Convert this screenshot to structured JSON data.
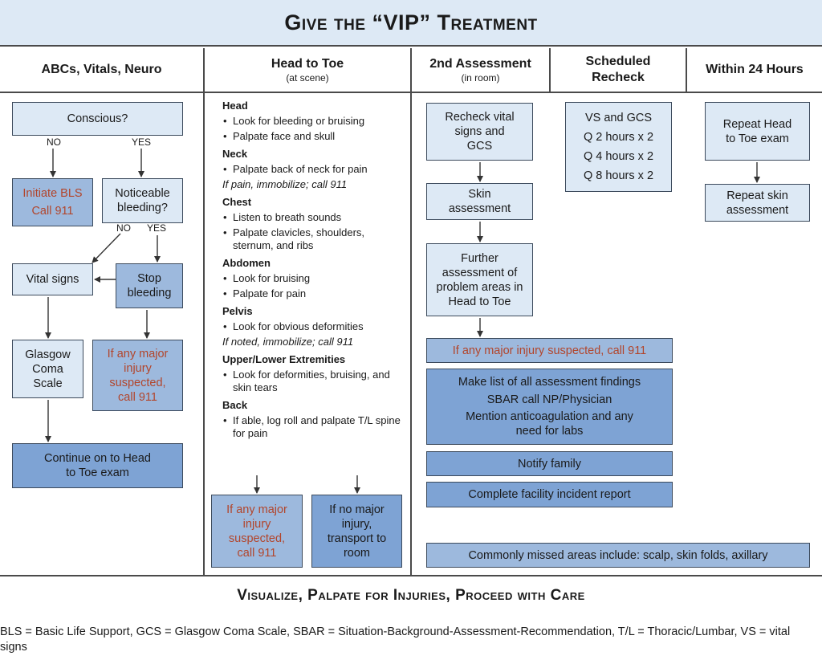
{
  "title": "Give the “VIP” Treatment",
  "columns": {
    "col1": {
      "header": "ABCs, Vitals, Neuro"
    },
    "col2": {
      "header": "Head to Toe",
      "sub": "(at scene)"
    },
    "col3": {
      "header": "2nd Assessment",
      "sub": "(in room)"
    },
    "col4": {
      "header": "Scheduled Recheck"
    },
    "col5": {
      "header": "Within 24 Hours"
    }
  },
  "col1": {
    "conscious": "Conscious?",
    "no": "NO",
    "yes": "YES",
    "initiate_bls": "Initiate BLS",
    "call911": "Call 911",
    "noticeable_bleeding": "Noticeable bleeding?",
    "no2": "NO",
    "yes2": "YES",
    "vital_signs": "Vital signs",
    "stop_bleeding": "Stop bleeding",
    "gcs": "Glasgow Coma Scale",
    "major_injury": "If any major injury suspected, call 911",
    "continue": "Continue on to Head to Toe exam"
  },
  "col2": {
    "sections": [
      {
        "heading": "Head",
        "bullets": [
          "Look for bleeding or bruising",
          "Palpate face and skull"
        ],
        "note": ""
      },
      {
        "heading": "Neck",
        "bullets": [
          "Palpate back of neck for pain"
        ],
        "note": "If pain, immobilize; call 911"
      },
      {
        "heading": "Chest",
        "bullets": [
          "Listen to breath sounds",
          "Palpate clavicles, shoulders, sternum, and ribs"
        ],
        "note": ""
      },
      {
        "heading": "Abdomen",
        "bullets": [
          "Look for bruising",
          "Palpate for pain"
        ],
        "note": ""
      },
      {
        "heading": "Pelvis",
        "bullets": [
          "Look for obvious deformities"
        ],
        "note": "If noted, immobilize; call 911"
      },
      {
        "heading": "Upper/Lower Extremities",
        "bullets": [
          "Look for deformities, bruising, and skin tears"
        ],
        "note": ""
      },
      {
        "heading": "Back",
        "bullets": [
          "If able, log roll and palpate T/L spine for pain"
        ],
        "note": ""
      }
    ],
    "major_injury": "If any major injury suspected, call 911",
    "no_major": "If no major injury, transport to room"
  },
  "col3": {
    "recheck": "Recheck vital signs and GCS",
    "skin": "Skin assessment",
    "further": "Further assessment of problem areas in Head to Toe",
    "major_injury": "If any major injury suspected, call 911",
    "list_findings": "Make list of all assessment findings",
    "sbar": "SBAR call NP/Physician",
    "mention": "Mention anticoagulation and any need for labs",
    "notify": "Notify family",
    "incident": "Complete facility incident report",
    "missed": "Commonly missed areas include: scalp, skin folds, axillary"
  },
  "col4": {
    "lines": [
      "VS and GCS",
      "Q 2 hours x 2",
      "Q 4 hours x 2",
      "Q 8 hours x 2"
    ]
  },
  "col5": {
    "repeat_h2t": "Repeat Head to Toe exam",
    "repeat_skin": "Repeat skin assessment"
  },
  "footer_title": "Visualize, Palpate for Injuries, Proceed with Care",
  "abbreviations": "BLS = Basic Life Support, GCS = Glasgow Coma Scale, SBAR = Situation-Background-Assessment-Recommendation, T/L = Thoracic/Lumbar, VS = vital signs",
  "colors": {
    "light": "#dde9f5",
    "mid": "#9db9dd",
    "dark": "#7ea3d4",
    "red_text": "#b2452b"
  }
}
